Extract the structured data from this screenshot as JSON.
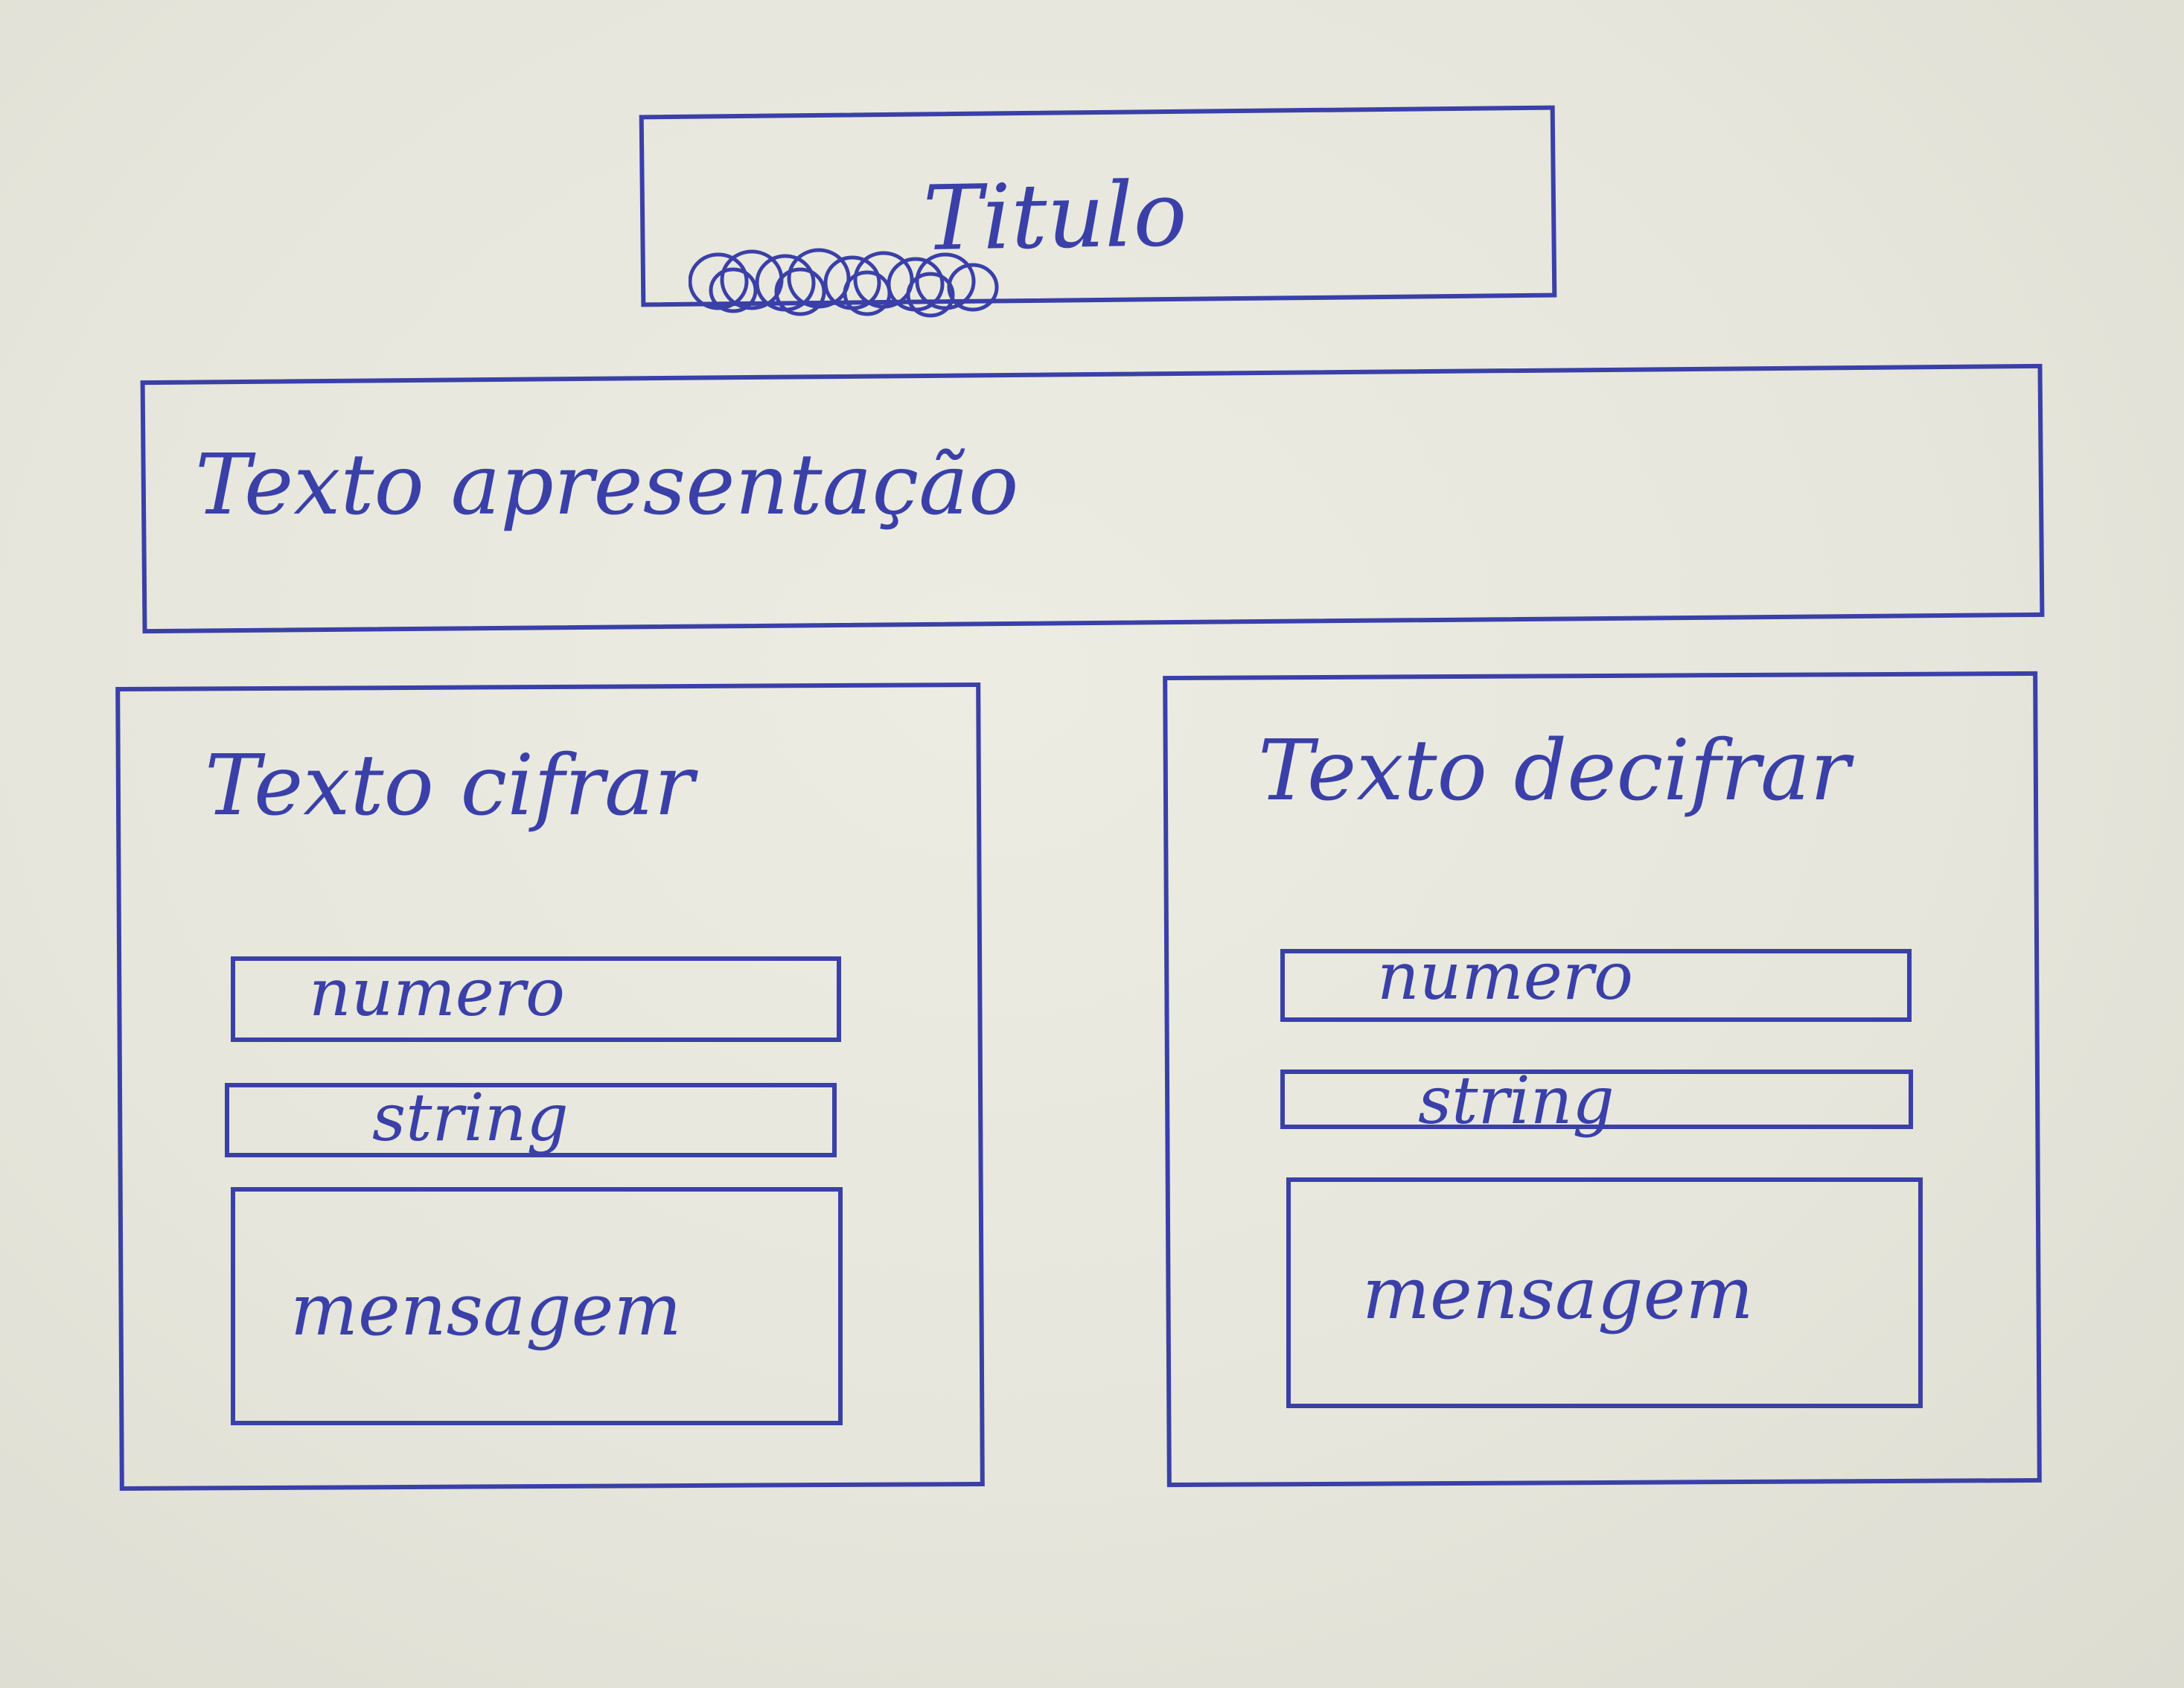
{
  "header": {
    "title": "Titulo"
  },
  "intro": {
    "text": "Texto apresentação"
  },
  "cipher_panel": {
    "title": "Texto cifrar",
    "number_field": "numero",
    "string_field": "string",
    "message_field": "mensagem"
  },
  "decipher_panel": {
    "title": "Texto decifrar",
    "number_field": "numero",
    "string_field": "string",
    "message_field": "mensagem"
  },
  "colors": {
    "ink": "#3a40a8",
    "paper": "#e6e6dc"
  }
}
